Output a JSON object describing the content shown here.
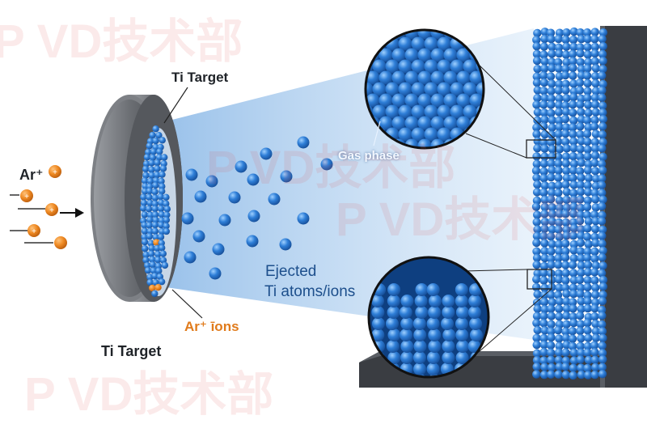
{
  "labels": {
    "ti_target_top": "Ti Target",
    "ti_target_bottom": "Ti Target",
    "ar_plus": "Ar⁺",
    "gas_phase": "Gas phase",
    "ejected_line1": "Ejected",
    "ejected_line2": "Ti atoms/ions",
    "ar_ions": "Ar⁺ īons"
  },
  "watermark": "P VD技术部",
  "colors": {
    "atom_blue": "#2f7fd8",
    "ion_orange": "#ef8a23",
    "target_gray": "#6b6e73",
    "substrate_dark": "#3a3d42",
    "beam_blue": "#b9d7f3"
  },
  "icons": {
    "arrow": "arrow-right-icon",
    "ion": "orange-ion-icon",
    "atom": "blue-atom-icon"
  }
}
